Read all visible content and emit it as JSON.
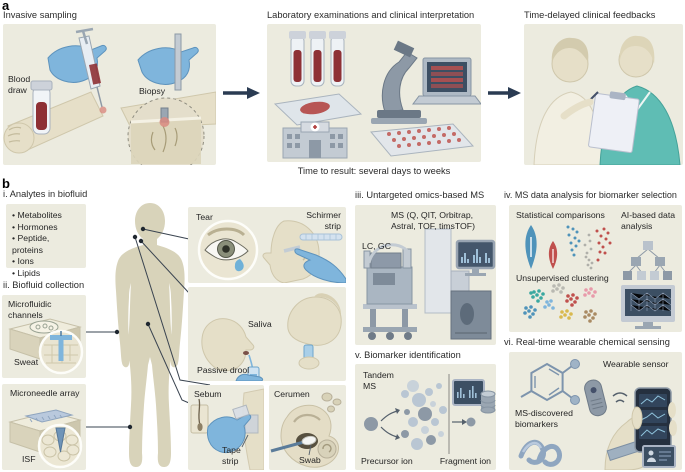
{
  "a": {
    "label": "a",
    "invasive": {
      "title": "Invasive sampling",
      "blood": "Blood draw",
      "biopsy": "Biopsy"
    },
    "lab": {
      "title": "Laboratory examinations and clinical interpretation",
      "time": "Time to result: several days to weeks"
    },
    "feedback": {
      "title": "Time-delayed clinical feedbacks"
    }
  },
  "b": {
    "label": "b",
    "analytes": {
      "title": "i. Analytes in biofluid",
      "items": [
        "Metabolites",
        "Hormones",
        "Peptide, proteins",
        "Ions",
        "Lipids"
      ]
    },
    "collection": {
      "title": "ii. Biofluid collection"
    },
    "microfluidic": {
      "title": "Microfluidic channels",
      "label": "Sweat"
    },
    "microneedle": {
      "title": "Microneedle array",
      "label": "ISF"
    },
    "tear": {
      "title": "Tear",
      "strip": "Schirmer strip"
    },
    "saliva": {
      "title": "Saliva",
      "method": "Passive drool"
    },
    "sebum": {
      "title": "Sebum",
      "method": "Tape strip"
    },
    "cerumen": {
      "title": "Cerumen",
      "method": "Swab"
    },
    "ms": {
      "title": "iii. Untargeted omics-based MS",
      "instruments": "MS (Q, QIT, Orbitrap, Astral, TOF, timsTOF)",
      "chromatography": "LC, GC"
    },
    "analysis": {
      "title": "iv. MS data analysis for biomarker selection",
      "stat": "Statistical comparisons",
      "ai": "AI-based data analysis",
      "clustering": "Unsupervised clustering"
    },
    "identification": {
      "title": "v. Biomarker identification",
      "tandem": "Tandem MS",
      "precursor": "Precursor ion",
      "fragment": "Fragment ion"
    },
    "wearable": {
      "title": "vi. Real-time wearable chemical sensing",
      "biomarkers": "MS-discovered biomarkers",
      "sensor": "Wearable sensor"
    }
  },
  "colors": {
    "panel_bg": "#ecebdf",
    "body_silhouette": "#d8d3ba",
    "glove_blue": "#7fb5dc",
    "blood_red": "#8e3035",
    "scrubs_teal": "#5fbdb4",
    "arrow_navy": "#2a3b52",
    "violin_blue": "#4f93ba",
    "violin_red": "#c0504d",
    "screen_dark": "#3c4f63"
  }
}
